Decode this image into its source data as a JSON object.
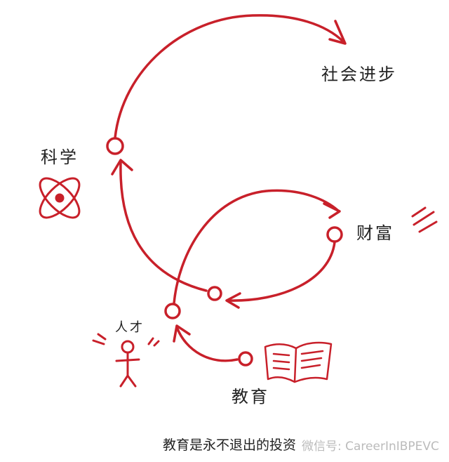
{
  "colors": {
    "accent": "#c8202a",
    "text": "#222222",
    "watermark": "#bbbbbb"
  },
  "nodes": {
    "progress": "社会进步",
    "science": "科学",
    "wealth": "财富",
    "talent": "人才",
    "education": "教育"
  },
  "icons": [
    "atom-icon",
    "person-icon",
    "book-icon",
    "sparkle-lines-icon"
  ],
  "caption": "教育是永不退出的投资",
  "watermark": "微信号: CareerInIBPEVC"
}
